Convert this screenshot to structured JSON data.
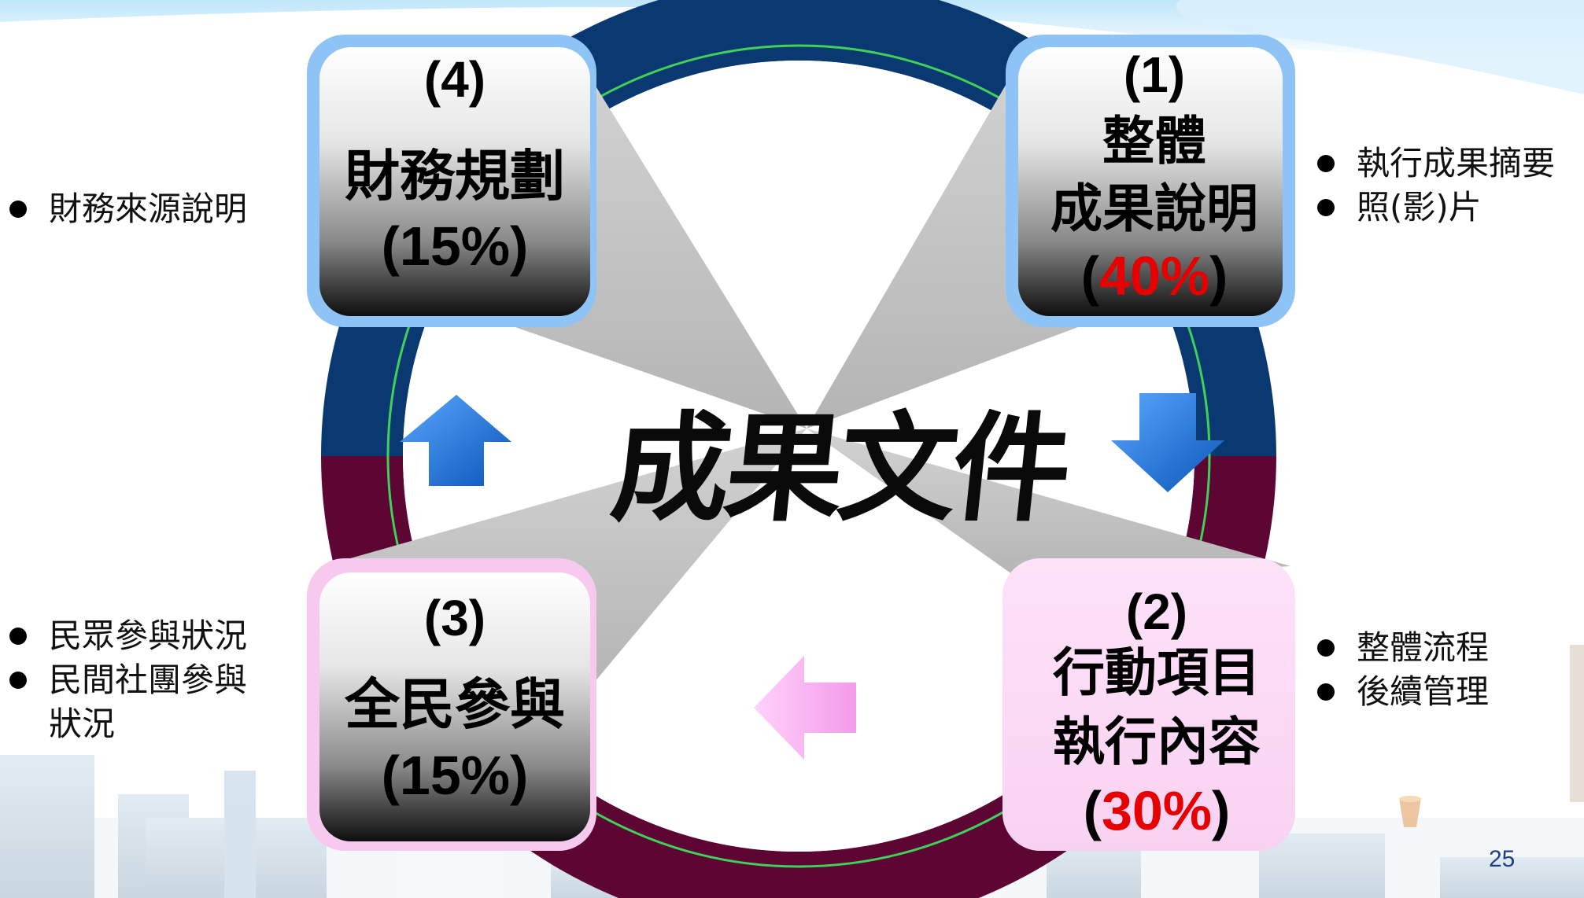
{
  "center_title": "成果文件",
  "boxes": [
    {
      "id": "box1",
      "number": "(1)",
      "line1": "整體",
      "line2": "成果說明",
      "pct_open": "(",
      "pct": "40%",
      "pct_close": ")",
      "pct_color": "#e60000"
    },
    {
      "id": "box2",
      "number": "(2)",
      "line1": "行動項目",
      "line2": "執行內容",
      "pct_open": "(",
      "pct": "30%",
      "pct_close": ")",
      "pct_color": "#e60000"
    },
    {
      "id": "box3",
      "number": "(3)",
      "line1": "全民參與",
      "pct": "(15%)"
    },
    {
      "id": "box4",
      "number": "(4)",
      "line1": "財務規劃",
      "pct": "(15%)"
    }
  ],
  "notes": {
    "top_right": [
      "執行成果摘要",
      "照(影)片"
    ],
    "bottom_right": [
      "整體流程",
      "後續管理"
    ],
    "bottom_left": [
      "民眾參與狀況",
      "民間社團參與",
      "狀況"
    ],
    "top_left": [
      "財務來源說明"
    ]
  },
  "page_number": "25",
  "colors": {
    "ring_top": "#0a3870",
    "ring_bottom": "#5e0633",
    "ring_line": "#3fd15a",
    "blue_frame": "#8ec4f5",
    "pink_frame": "#f7c9ef",
    "blue_arrow": "#1e72d6",
    "pink_arrow": "#f7a6ee",
    "box_text": "#000000"
  }
}
